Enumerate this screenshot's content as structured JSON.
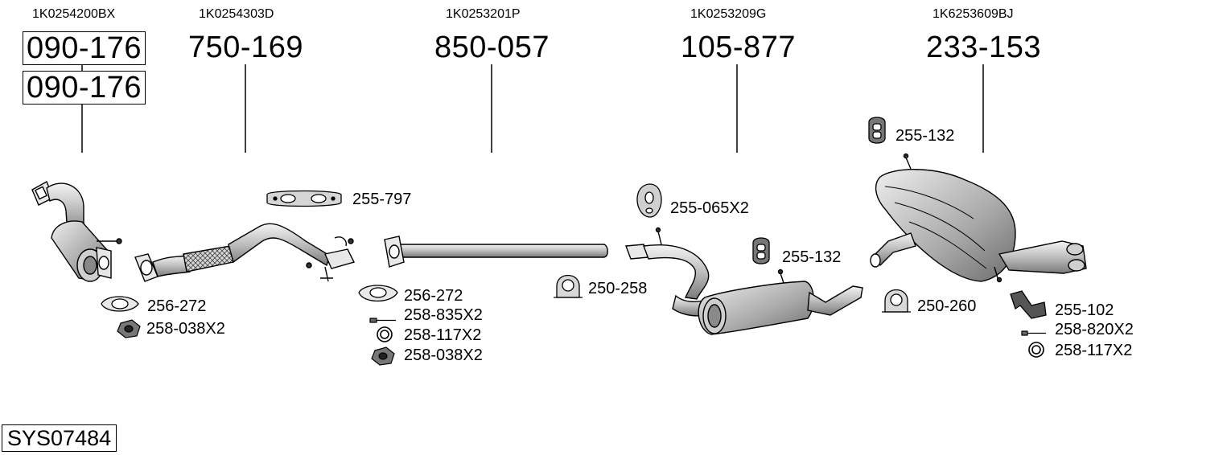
{
  "oe_numbers": [
    "1K0254200BX",
    "1K0254303D",
    "1K0253201P",
    "1K0253209G",
    "1K6253609BJ"
  ],
  "part_numbers": {
    "cat_upper": "090-176",
    "cat_lower": "090-176",
    "front_pipe": "750-169",
    "middle_pipe": "850-057",
    "center_silencer": "105-877",
    "rear_silencer": "233-153"
  },
  "accessories": {
    "gasket_1": "256-272",
    "nut_1": "258-038X2",
    "gasket_manifold": "255-797",
    "gasket_2": "256-272",
    "bolt_1": "258-835X2",
    "spring_1": "258-117X2",
    "nut_2": "258-038X2",
    "clamp_1": "250-258",
    "hanger_1": "255-065X2",
    "hanger_2": "255-132",
    "hanger_3": "255-132",
    "clamp_2": "250-260",
    "bracket_1": "255-102",
    "bolt_2": "258-820X2",
    "spring_2": "258-117X2"
  },
  "system_code": "SYS07484"
}
